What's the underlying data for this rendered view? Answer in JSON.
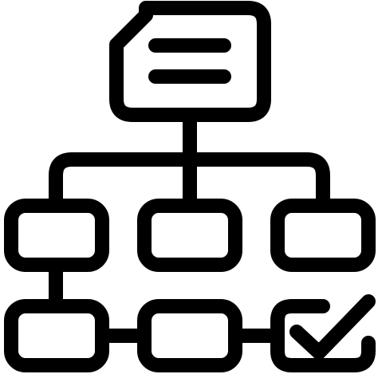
{
  "icon": {
    "name": "workflow-hierarchy-checklist-icon",
    "stroke_color": "#000000",
    "background_color": "#ffffff",
    "parts": {
      "top_node": "document-card",
      "middle_nodes": [
        "left-node",
        "center-node",
        "right-node"
      ],
      "bottom_nodes": [
        "left-node",
        "center-node",
        "check-node"
      ]
    }
  }
}
